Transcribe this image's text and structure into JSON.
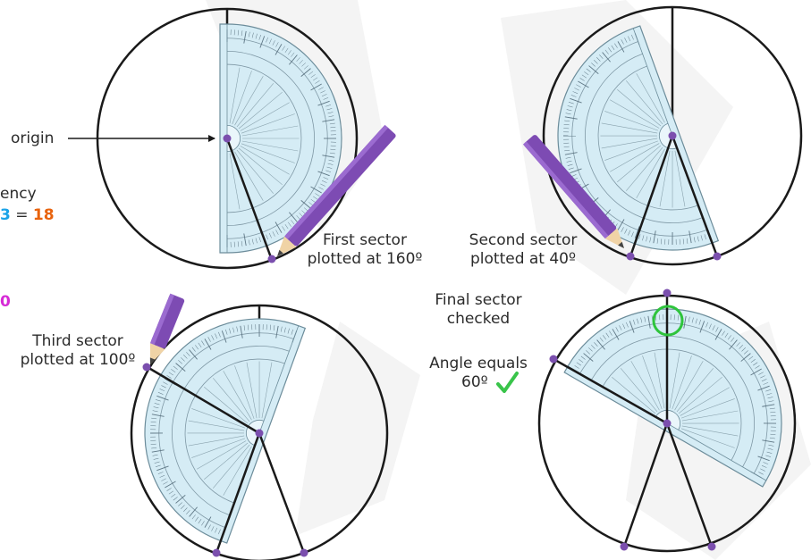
{
  "labels": {
    "origin": "origin",
    "frequency_fragment": "ency",
    "equation_fragment": {
      "a": "3",
      "eq": " = ",
      "b": "18"
    },
    "magenta_fragment": "0",
    "first_sector": [
      "First sector",
      "plotted at 160º"
    ],
    "second_sector": [
      "Second sector",
      "plotted at 40º"
    ],
    "third_sector": [
      "Third sector",
      "plotted at 100º"
    ],
    "final_sector": [
      "Final sector",
      "checked"
    ],
    "angle_equals": [
      "Angle equals",
      "60º"
    ]
  },
  "check_icon": "check-mark-icon",
  "colors": {
    "circle": "#1a1a1a",
    "protractor_fill": "#d5ecf5",
    "protractor_edge": "#6c8c9a",
    "pencil": "#7d4bb3",
    "point": "#7b4fae",
    "blue_number": "#1aa3e8",
    "orange_number": "#e8620c",
    "magenta_number": "#d62ad6",
    "check_green": "#39c44a",
    "highlight_ring": "#2ec43c",
    "watermark": "#f3f3f3"
  }
}
